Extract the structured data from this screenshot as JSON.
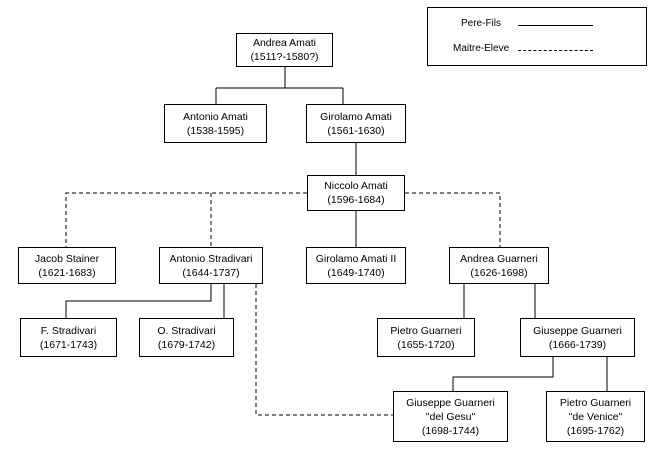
{
  "colors": {
    "line": "#000000",
    "box_border": "#000000",
    "background": "#ffffff"
  },
  "legend": {
    "pere_fils": "Pere-Fils",
    "maitre_eleve": "Maitre-Eleve"
  },
  "people": {
    "andrea_amati": {
      "name": "Andrea Amati",
      "dates": "(1511?-1580?)"
    },
    "antonio_amati": {
      "name": "Antonio Amati",
      "dates": "(1538-1595)"
    },
    "girolamo_amati": {
      "name": "Girolamo Amati",
      "dates": "(1561-1630)"
    },
    "niccolo_amati": {
      "name": "Niccolo Amati",
      "dates": "(1596-1684)"
    },
    "jacob_stainer": {
      "name": "Jacob Stainer",
      "dates": "(1621-1683)"
    },
    "antonio_stradivari": {
      "name": "Antonio Stradivari",
      "dates": "(1644-1737)"
    },
    "girolamo_amati_ii": {
      "name": "Girolamo Amati II",
      "dates": "(1649-1740)"
    },
    "andrea_guarneri": {
      "name": "Andrea Guarneri",
      "dates": "(1626-1698)"
    },
    "f_stradivari": {
      "name": "F. Stradivari",
      "dates": "(1671-1743)"
    },
    "o_stradivari": {
      "name": "O. Stradivari",
      "dates": "(1679-1742)"
    },
    "pietro_guarneri": {
      "name": "Pietro Guarneri",
      "dates": "(1655-1720)"
    },
    "giuseppe_guarneri": {
      "name": "Giuseppe Guarneri",
      "dates": "(1666-1739)"
    },
    "giuseppe_guarneri_del_gesu": {
      "name": "Giuseppe Guarneri",
      "nickname": "\"del Gesu\"",
      "dates": "(1698-1744)"
    },
    "pietro_guarneri_de_venice": {
      "name": "Pietro Guarneri",
      "nickname": "\"de Venice\"",
      "dates": "(1695-1762)"
    }
  }
}
